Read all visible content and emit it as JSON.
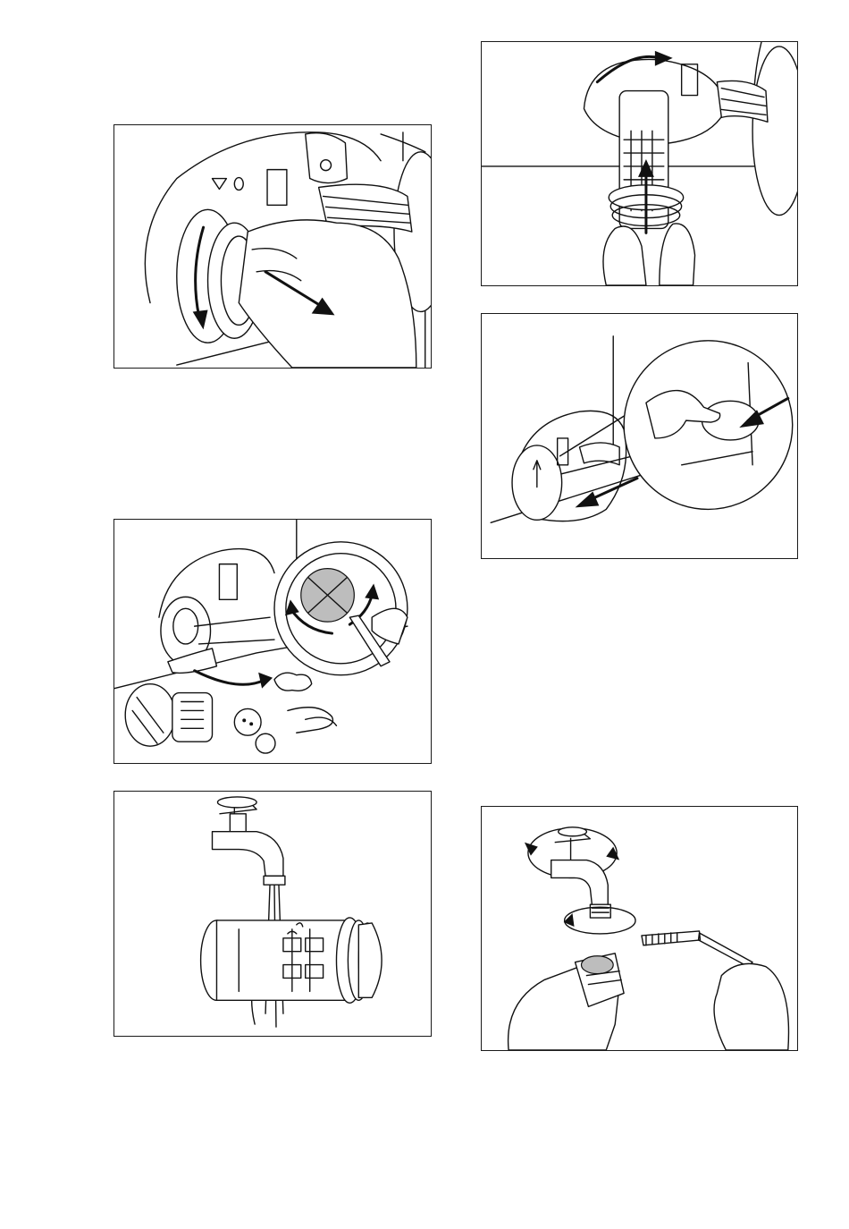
{
  "panels": [
    {
      "id": "remove-filter",
      "icon": "remove-filter-illustration"
    },
    {
      "id": "clean-pump-impeller",
      "icon": "pump-impeller-illustration"
    },
    {
      "id": "rinse-filter",
      "icon": "rinse-filter-illustration"
    },
    {
      "id": "refit-filter",
      "icon": "refit-filter-illustration"
    },
    {
      "id": "close-flap",
      "icon": "close-flap-illustration"
    },
    {
      "id": "clean-tap-hose",
      "icon": "clean-tap-hose-illustration"
    }
  ],
  "colors": {
    "line": "#111111",
    "shade": "#bdbdbd",
    "background": "#ffffff"
  }
}
